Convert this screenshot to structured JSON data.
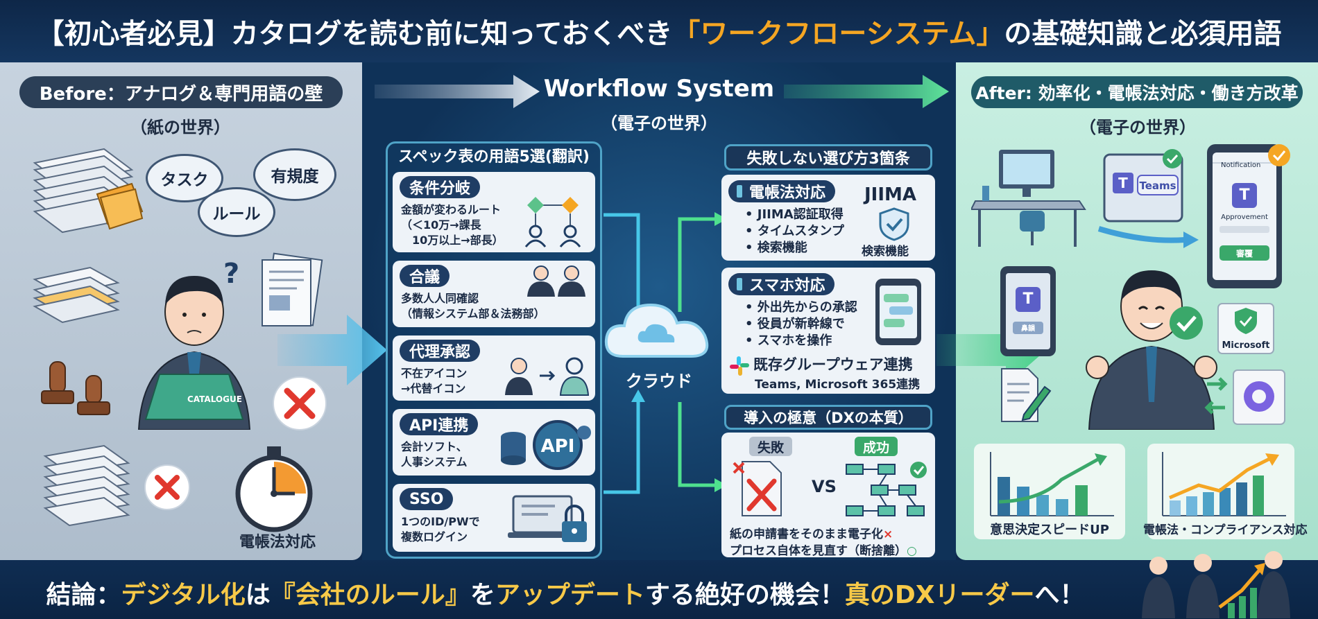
{
  "header": {
    "title_pre": "【初心者必見】カタログを読む前に知っておくべき",
    "title_hl": "「ワークフローシステム」",
    "title_post": "の基礎知識と必須用語"
  },
  "left": {
    "pill": "Before：アナログ＆専門用語の壁",
    "sub": "（紙の世界）",
    "bubbles": [
      "タスク",
      "有規度",
      "ルール"
    ],
    "question": "?",
    "catalog_text": "CATALOGUE",
    "timer_label": "電帳法対応"
  },
  "middle": {
    "title": "Workflow System",
    "sub": "（電子の世界）",
    "cloud_label": "クラウド",
    "glossary_title": "スペック表の用語5選(翻訳)",
    "glossary": [
      {
        "tag": "条件分岐",
        "lines": [
          "金額が変わるルート",
          "（＜10万→課長",
          "　10万以上→部長）"
        ]
      },
      {
        "tag": "合議",
        "lines": [
          "多数人人同確認",
          "（情報システム部＆法務部）"
        ]
      },
      {
        "tag": "代理承認",
        "lines": [
          "不在アイコン",
          "→代替イコン"
        ]
      },
      {
        "tag": "API連携",
        "lines": [
          "会計ソフト、",
          "人事システム"
        ],
        "badge": "API"
      },
      {
        "tag": "SSO",
        "lines": [
          "1つのID/PWで",
          "複数ログイン"
        ]
      }
    ],
    "rules_title": "失敗しない選び方3箇条",
    "rules": [
      {
        "tag": "電帳法対応",
        "items": [
          "JIIMA認証取得",
          "タイムスタンプ",
          "検索機能"
        ],
        "logo": "JIIMA",
        "logo_sub": "検索機能"
      },
      {
        "tag": "スマホ対応",
        "items": [
          "外出先からの承認",
          "役員が新幹線で",
          "スマホを操作"
        ],
        "extra_title": "既存グループウェア連携",
        "extra_sub": "Teams, Microsoft 365連携"
      }
    ],
    "dx_title": "導入の極意（DXの本質）",
    "dx_fail": "失敗",
    "dx_success": "成功",
    "dx_vs": "VS",
    "dx_line1": "紙の申請書をそのまま電子化",
    "dx_line1_mark": "×",
    "dx_line2": "プロセス自体を見直す（断捨離）",
    "dx_line2_mark": "○"
  },
  "right": {
    "pill": "After: 効率化・電帳法対応・働き方改革",
    "sub": "（電子の世界）",
    "teams_label": "Teams",
    "notification": "Notification",
    "approvement": "Approvement",
    "approve_btn": "審覆",
    "tablet_btn": "鼻韻",
    "microsoft": "Microsoft",
    "chart1_label": "意思決定スピードUP",
    "chart2_label": "電帳法・コンプライアンス対応"
  },
  "footer": {
    "p1": "結論：",
    "p2": "デジタル化",
    "p3": "は",
    "p4": "『会社のルール』",
    "p5": "を",
    "p6": "アップデート",
    "p7": "する絶好の機会！",
    "p8": "真のDXリーダー",
    "p9": "へ！"
  },
  "colors": {
    "accent": "#f5a623",
    "navy": "#14365f",
    "mint": "#a7e0cc",
    "gray": "#aebdcc"
  }
}
